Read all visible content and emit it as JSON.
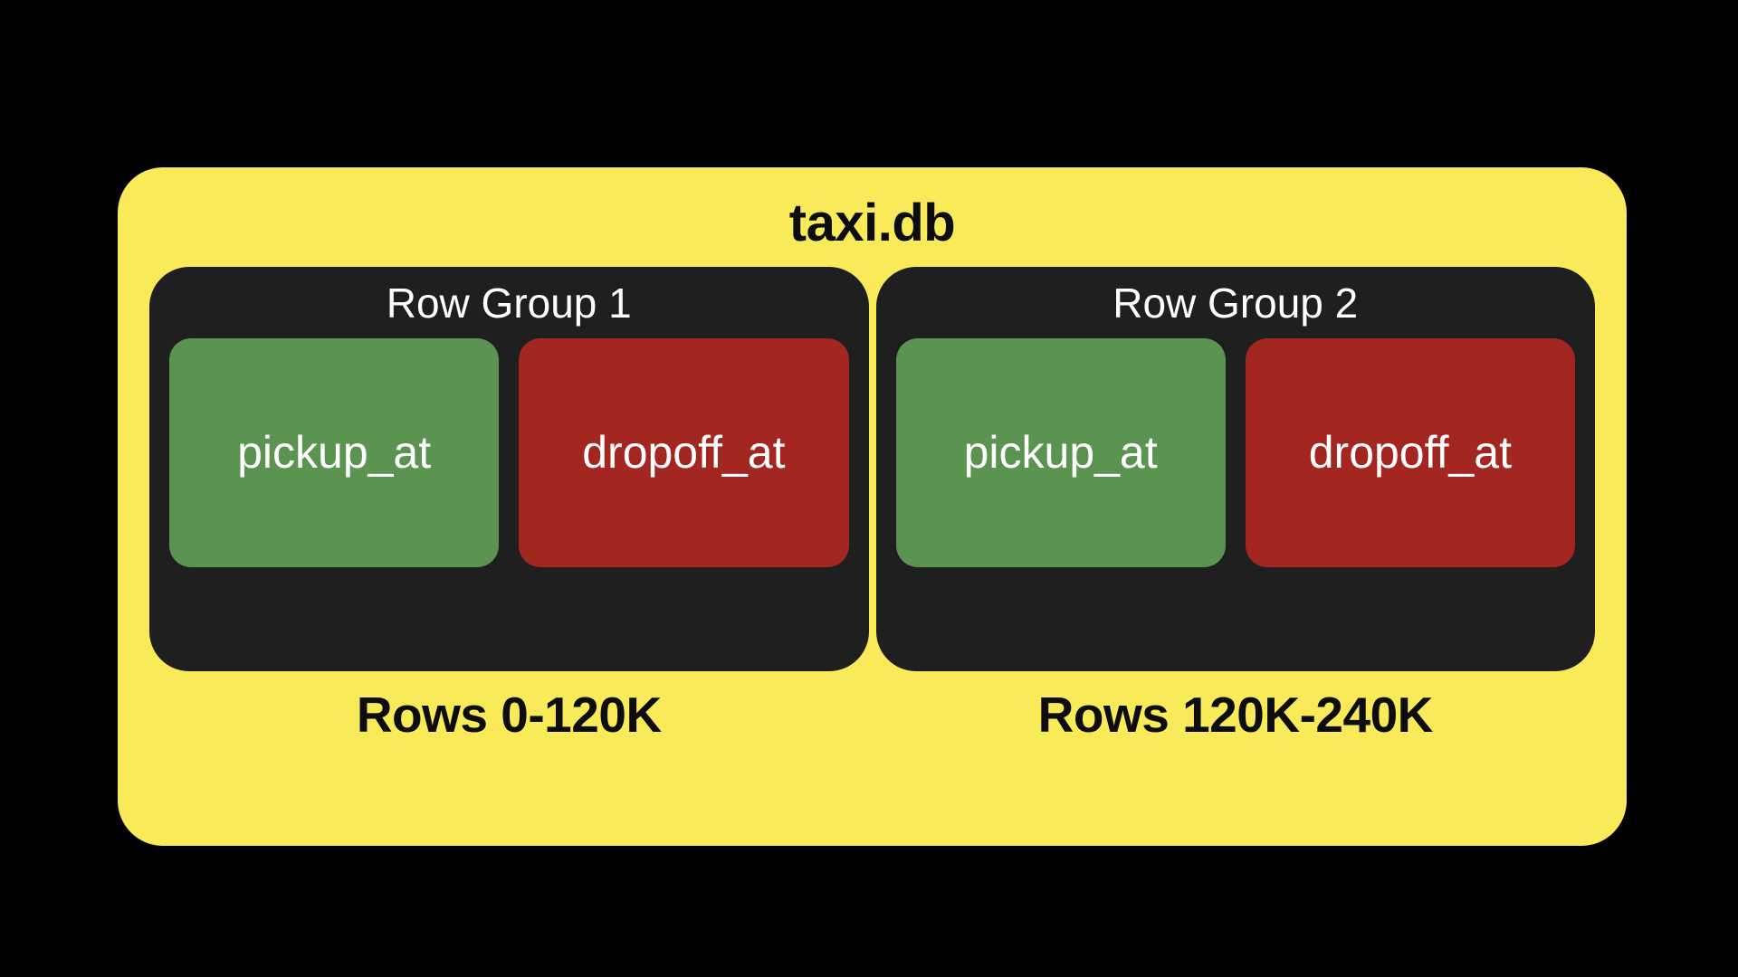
{
  "diagram": {
    "type": "parquet-row-group-layout",
    "background_color": "#000000",
    "database": {
      "title": "taxi.db",
      "fill_color": "#f9ea5a",
      "text_color": "#0d0d0d"
    },
    "panel_style": {
      "fill_color": "#1f1f1f",
      "text_color": "#ffffff"
    },
    "column_colors": {
      "pickup_at": "#5b9450",
      "dropoff_at": "#a32621"
    },
    "row_groups": [
      {
        "title": "Row Group 1",
        "rows_caption": "Rows 0-120K",
        "columns": [
          {
            "label": "pickup_at",
            "color_key": "green"
          },
          {
            "label": "dropoff_at",
            "color_key": "red"
          }
        ]
      },
      {
        "title": "Row Group 2",
        "rows_caption": "Rows 120K-240K",
        "columns": [
          {
            "label": "pickup_at",
            "color_key": "green"
          },
          {
            "label": "dropoff_at",
            "color_key": "red"
          }
        ]
      }
    ]
  }
}
